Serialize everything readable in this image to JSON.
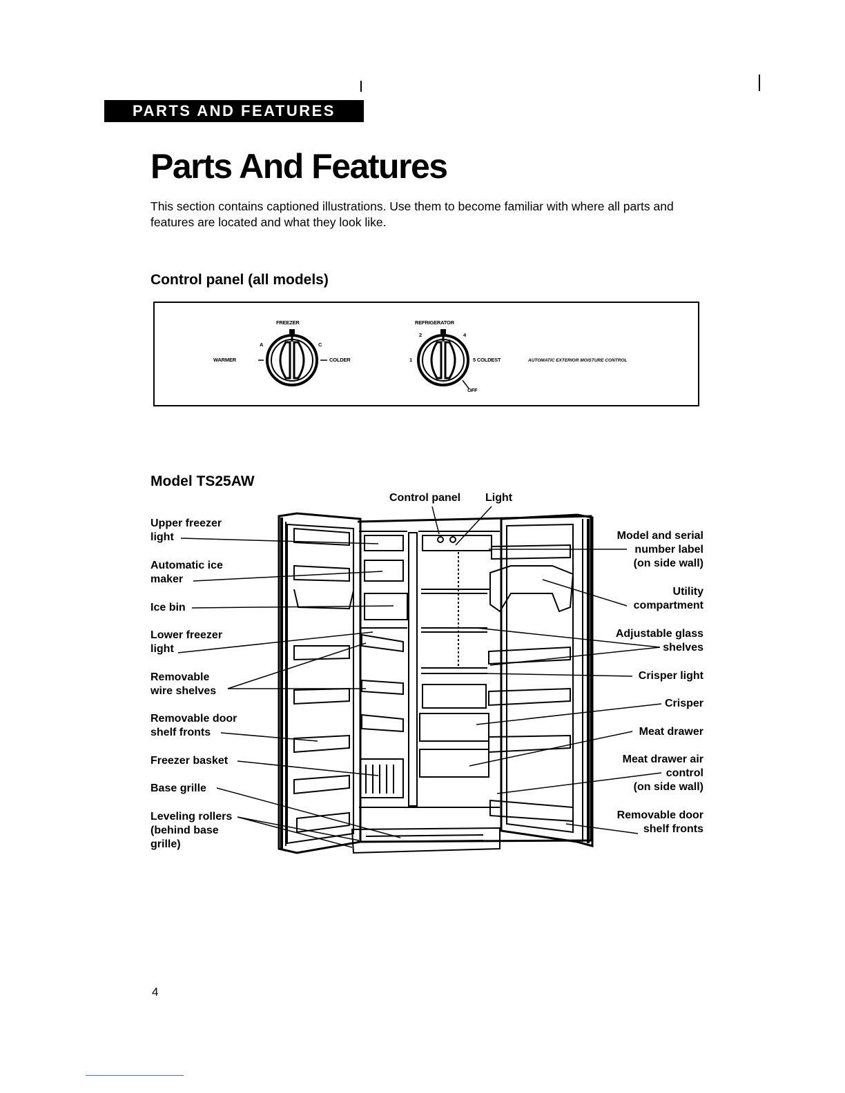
{
  "header": {
    "section_tab": "PARTS AND FEATURES"
  },
  "title": "Parts And Features",
  "intro": "This section contains captioned illustrations. Use them to become familiar with where all parts and features are located and what they look like.",
  "control_panel": {
    "heading": "Control panel (all models)",
    "freezer_label": "FREEZER",
    "freezer_letter_a": "A",
    "freezer_letter_c": "C",
    "warmer": "WARMER",
    "colder": "COLDER",
    "refrigerator_label": "REFRIGERATOR",
    "ref_num_1": "1",
    "ref_num_2": "2",
    "ref_num_4": "4",
    "ref_coldest": "5 COLDEST",
    "ref_off": "OFF",
    "moisture_control": "AUTOMATIC EXTERIOR MOISTURE CONTROL"
  },
  "model": {
    "heading": "Model TS25AW",
    "top_labels": {
      "control_panel": "Control panel",
      "light": "Light"
    },
    "left_labels": {
      "upper_freezer_light": [
        "Upper freezer",
        "light"
      ],
      "automatic_ice_maker": [
        "Automatic ice",
        "maker"
      ],
      "ice_bin": [
        "Ice bin"
      ],
      "lower_freezer_light": [
        "Lower freezer",
        "light"
      ],
      "removable_wire_shelves": [
        "Removable",
        "wire shelves"
      ],
      "removable_door_shelf_fronts": [
        "Removable door",
        "shelf fronts"
      ],
      "freezer_basket": [
        "Freezer basket"
      ],
      "base_grille": [
        "Base grille"
      ],
      "leveling_rollers": [
        "Leveling rollers",
        "(behind base",
        "grille)"
      ]
    },
    "right_labels": {
      "model_serial": [
        "Model and serial",
        "number label",
        "(on side wall)"
      ],
      "utility": [
        "Utility",
        "compartment"
      ],
      "glass_shelves": [
        "Adjustable glass",
        "shelves"
      ],
      "crisper_light": [
        "Crisper light"
      ],
      "crisper": [
        "Crisper"
      ],
      "meat_drawer": [
        "Meat drawer"
      ],
      "meat_air": [
        "Meat drawer air",
        "control",
        "(on side wall)"
      ],
      "door_shelf_fronts": [
        "Removable door",
        "shelf fronts"
      ]
    }
  },
  "page_number": "4"
}
